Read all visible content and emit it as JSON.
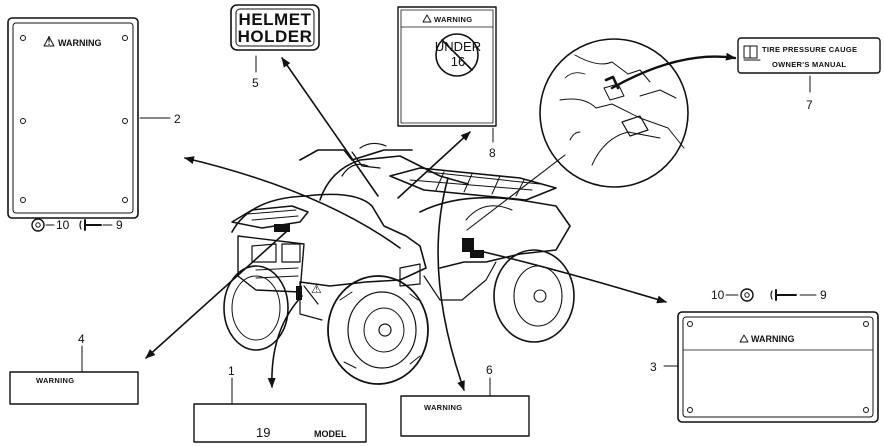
{
  "parts": [
    {
      "num": "1",
      "text": [
        "19",
        "MODEL"
      ]
    },
    {
      "num": "2",
      "text": [
        "WARNING"
      ]
    },
    {
      "num": "3",
      "text": [
        "WARNING"
      ]
    },
    {
      "num": "4",
      "text": [
        "WARNING"
      ]
    },
    {
      "num": "5",
      "text": [
        "HELMET",
        "HOLDER"
      ]
    },
    {
      "num": "6",
      "text": [
        "WARNING"
      ]
    },
    {
      "num": "7",
      "text": [
        "TIRE PRESSURE CAUGE",
        "OWNER'S MANUAL"
      ]
    },
    {
      "num": "8",
      "text": [
        "WARNING",
        "UNDER",
        "16"
      ]
    }
  ],
  "fasteners": {
    "washer_num": "10",
    "rivet_num": "9",
    "washer_num_right": "10",
    "rivet_num_right": "9"
  },
  "symbols": {
    "warning_triangle": "warning-triangle-icon"
  }
}
